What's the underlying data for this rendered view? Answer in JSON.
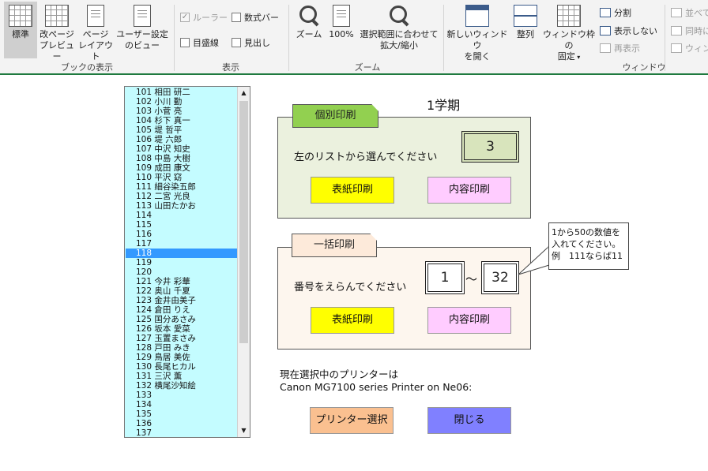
{
  "ribbon": {
    "group_book_view": "ブックの表示",
    "btn_normal": "標準",
    "btn_pagebreak_1": "改ページ",
    "btn_pagebreak_2": "プレビュー",
    "btn_pagelayout_1": "ページ",
    "btn_pagelayout_2": "レイアウト",
    "btn_custom_1": "ユーザー設定",
    "btn_custom_2": "のビュー",
    "group_show": "表示",
    "cb_ruler": "ルーラー",
    "cb_formulabar": "数式バー",
    "cb_gridlines": "目盛線",
    "cb_headings": "見出し",
    "group_zoom": "ズーム",
    "btn_zoom": "ズーム",
    "btn_100": "100%",
    "btn_zoomsel_1": "選択範囲に合わせて",
    "btn_zoomsel_2": "拡大/縮小",
    "group_window": "ウィンドウ",
    "btn_newwin_1": "新しいウィンドウ",
    "btn_newwin_2": "を開く",
    "btn_arrange": "整列",
    "btn_freeze_1": "ウィンドウ枠の",
    "btn_freeze_2": "固定",
    "btn_split": "分割",
    "btn_hide": "表示しない",
    "btn_unhide": "再表示",
    "btn_sidebyside": "並べて",
    "btn_syncscroll": "同時に",
    "btn_resetpos": "ウィンド"
  },
  "list": {
    "items": [
      "101 相田 研二",
      "102 小川 勤",
      "103 小菅 亮",
      "104 杉下 真一",
      "105 堤 哲平",
      "106 堤 六郎",
      "107 中沢 知史",
      "108 中島 大樹",
      "109 成田 康文",
      "110 平沢 窈",
      "111 細谷染五郎",
      "112 二宮 光良",
      "113 山田たかお",
      "114",
      "115",
      "116",
      "117",
      "118",
      "119",
      "120",
      "121 今井 彩華",
      "122 奥山 千夏",
      "123 金井由美子",
      "124 倉田 りえ",
      "125 国分あさみ",
      "126 坂本 愛菜",
      "127 玉置まさみ",
      "128 戸田 みき",
      "129 鳥居 美佐",
      "130 長尾ヒカル",
      "131 三沢 薫",
      "132 横尾沙知絵",
      "133",
      "134",
      "135",
      "136",
      "137"
    ],
    "selected_index": 17
  },
  "term": "1学期",
  "individual": {
    "tab": "個別印刷",
    "instruction": "左のリストから選んでください",
    "number": "3",
    "cover_button": "表紙印刷",
    "content_button": "内容印刷"
  },
  "batch": {
    "tab": "一括印刷",
    "instruction": "番号をえらんでください",
    "from": "1",
    "tilde": "～",
    "to": "32",
    "cover_button": "表紙印刷",
    "content_button": "内容印刷"
  },
  "callout": {
    "line1": "1から50の数値を",
    "line2": "入れてください。",
    "line3": "例　111ならば11"
  },
  "printer": {
    "label": "現在選択中のプリンターは",
    "name": "Canon MG7100 series Printer on Ne06:",
    "select_button": "プリンター選択",
    "close_button": "閉じる"
  }
}
